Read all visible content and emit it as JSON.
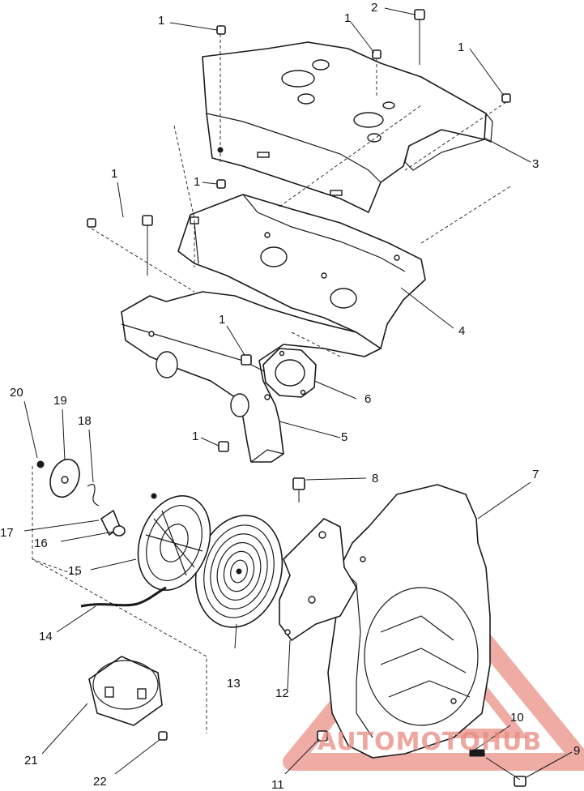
{
  "callouts": [
    {
      "id": "c1a",
      "text": "1"
    },
    {
      "id": "c1b",
      "text": "1"
    },
    {
      "id": "c2",
      "text": "2"
    },
    {
      "id": "c1c",
      "text": "1"
    },
    {
      "id": "c3",
      "text": "3"
    },
    {
      "id": "c1d",
      "text": "1"
    },
    {
      "id": "c1e",
      "text": "1"
    },
    {
      "id": "c4",
      "text": "4"
    },
    {
      "id": "c1f",
      "text": "1"
    },
    {
      "id": "c6",
      "text": "6"
    },
    {
      "id": "c20",
      "text": "20"
    },
    {
      "id": "c19",
      "text": "19"
    },
    {
      "id": "c18",
      "text": "18"
    },
    {
      "id": "c1g",
      "text": "1"
    },
    {
      "id": "c5",
      "text": "5"
    },
    {
      "id": "c8",
      "text": "8"
    },
    {
      "id": "c7",
      "text": "7"
    },
    {
      "id": "c17",
      "text": "17"
    },
    {
      "id": "c16",
      "text": "16"
    },
    {
      "id": "c15",
      "text": "15"
    },
    {
      "id": "c14",
      "text": "14"
    },
    {
      "id": "c13",
      "text": "13"
    },
    {
      "id": "c12",
      "text": "12"
    },
    {
      "id": "c10",
      "text": "10"
    },
    {
      "id": "c9",
      "text": "9"
    },
    {
      "id": "c21",
      "text": "21"
    },
    {
      "id": "c22",
      "text": "22"
    },
    {
      "id": "c11",
      "text": "11"
    }
  ],
  "watermark": {
    "text": "AUTOMOTOHUB",
    "color": "#e88a80"
  }
}
